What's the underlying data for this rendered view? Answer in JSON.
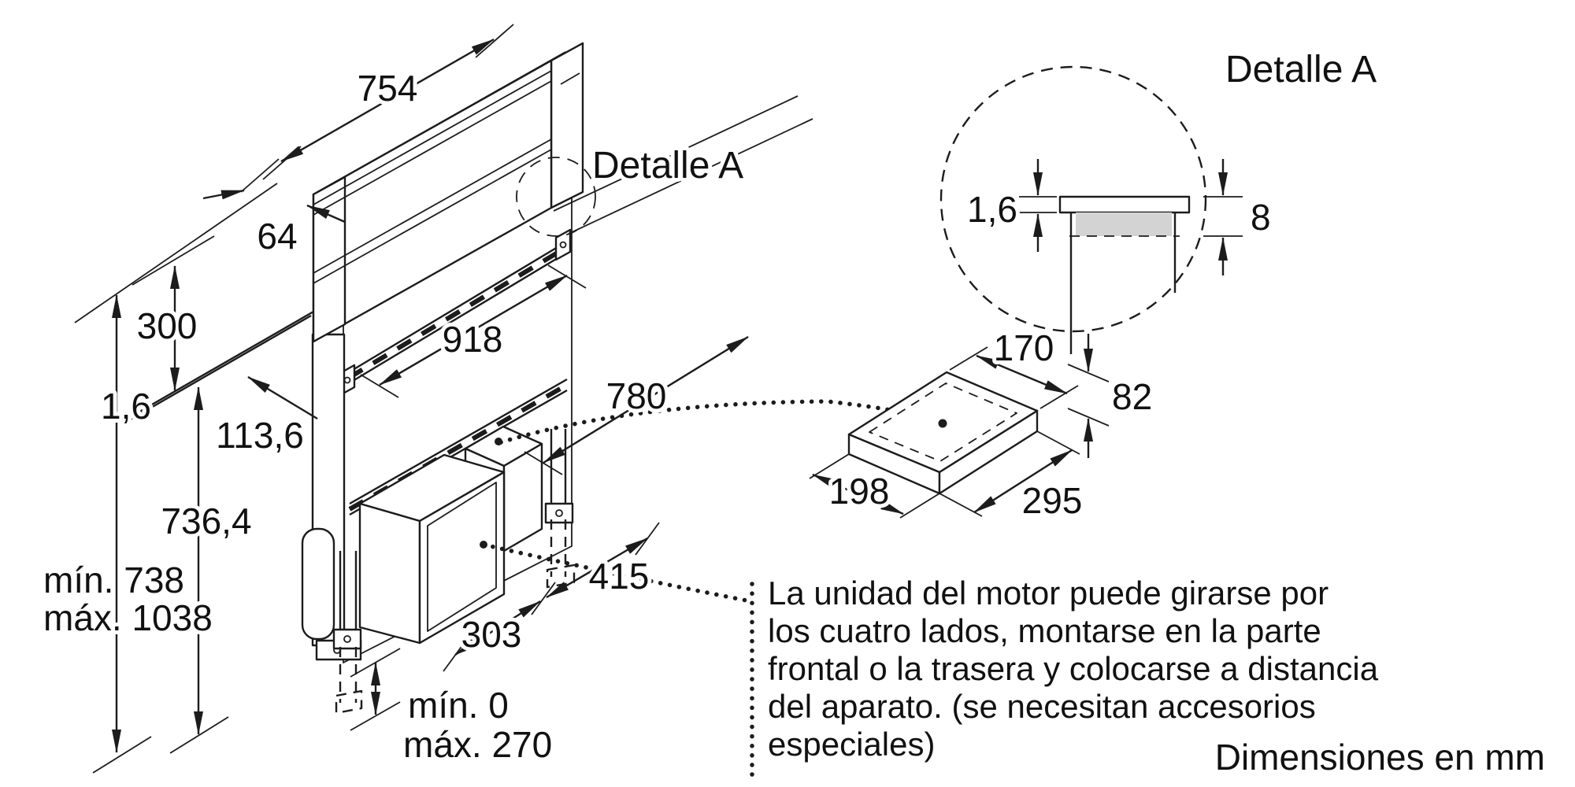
{
  "footer": {
    "units_label": "Dimensiones en mm"
  },
  "main": {
    "detail_ref": "Detalle A",
    "w754": "754",
    "t64": "64",
    "h300": "300",
    "t16": "1,6",
    "d1136": "113,6",
    "w918": "918",
    "w780": "780",
    "h7364": "736,4",
    "min738": "mín. 738",
    "max1038": "máx. 1038",
    "d415": "415",
    "d303": "303",
    "min0": "mín. 0",
    "max270": "máx. 270"
  },
  "detail": {
    "title": "Detalle A",
    "t16": "1,6",
    "h8": "8"
  },
  "remote": {
    "d170": "170",
    "h82": "82",
    "d198": "198",
    "d295": "295"
  },
  "note": {
    "lines": [
      "La unidad del motor puede girarse por",
      "los cuatro lados, montarse en la parte",
      "frontal o la trasera y colocarse a distancia",
      "del aparato. (se necesitan accesorios",
      "especiales)"
    ]
  }
}
